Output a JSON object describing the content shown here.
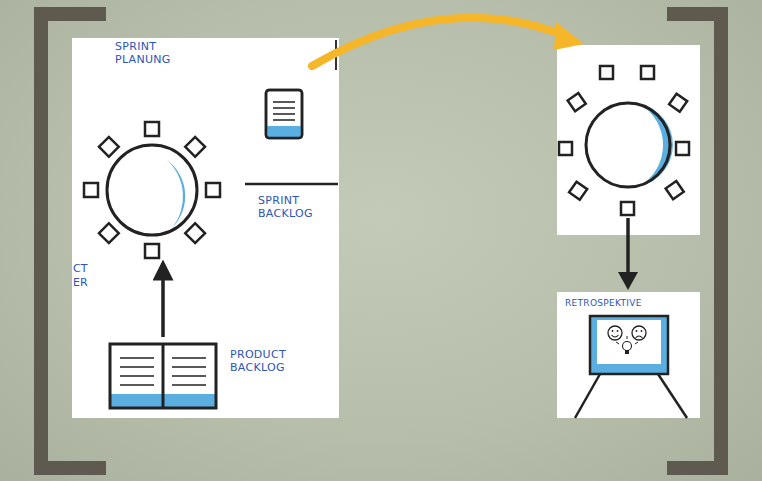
{
  "diagram": {
    "nodes": [
      {
        "text": [
          "SPRINT PLANUNG"
        ]
      },
      {
        "text": [
          "SPRINT BACKLOG"
        ]
      },
      {
        "text": [
          "PRODUCT BACKLOG"
        ]
      },
      {
        "text": [
          "RETROSPEKTIVE"
        ]
      }
    ],
    "edges": [
      {
        "from": 2,
        "to": 0,
        "arrow": "to"
      }
    ],
    "labels": [
      "CT ER"
    ]
  }
}
